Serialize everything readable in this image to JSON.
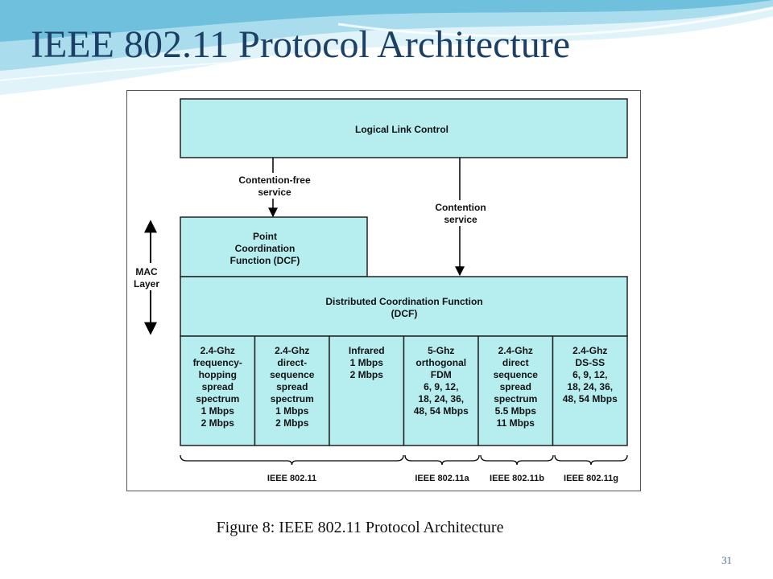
{
  "slide": {
    "title": "IEEE 802.11 Protocol Architecture",
    "caption": "Figure 8: IEEE 802.11  Protocol Architecture",
    "page_number": "31",
    "colors": {
      "title": "#1c3f66",
      "box_fill": "#b6eef0",
      "wave_light": "#cfeef5",
      "wave_mid": "#8fd2e6",
      "wave_dark": "#5fb7d6"
    }
  },
  "diagram": {
    "llc": [
      "Logical Link Control"
    ],
    "contention_free": [
      "Contention-free",
      "service"
    ],
    "contention": [
      "Contention",
      "service"
    ],
    "pcf": [
      "Point",
      "Coordination",
      "Function (DCF)"
    ],
    "dcf": [
      "Distributed Coordination Function",
      "(DCF)"
    ],
    "mac_layer": [
      "MAC",
      "Layer"
    ],
    "phy": [
      [
        "2.4-Ghz",
        "frequency-",
        "hopping",
        "spread",
        "spectrum",
        "1 Mbps",
        "2 Mbps"
      ],
      [
        "2.4-Ghz",
        "direct-",
        "sequence",
        "spread",
        "spectrum",
        "1 Mbps",
        "2 Mbps"
      ],
      [
        "Infrared",
        "1 Mbps",
        "2 Mbps"
      ],
      [
        "5-Ghz",
        "orthogonal",
        "FDM",
        "6, 9, 12,",
        "18, 24, 36,",
        "48, 54 Mbps"
      ],
      [
        "2.4-Ghz",
        "direct",
        "sequence",
        "spread",
        "spectrum",
        "5.5 Mbps",
        "11 Mbps"
      ],
      [
        "2.4-Ghz",
        "DS-SS",
        "6, 9, 12,",
        "18, 24, 36,",
        "48, 54 Mbps"
      ]
    ],
    "standards": [
      "IEEE 802.11",
      "IEEE 802.11a",
      "IEEE 802.11b",
      "IEEE 802.11g"
    ]
  }
}
